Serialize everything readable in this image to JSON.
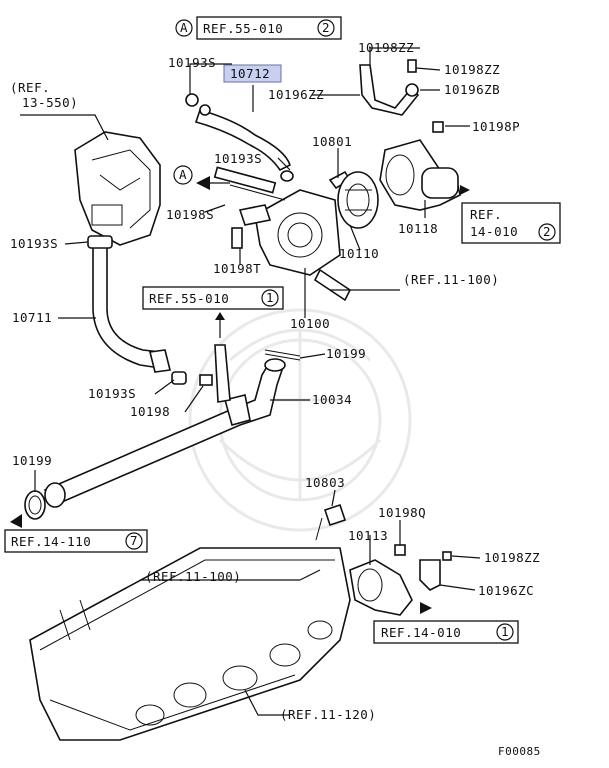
{
  "figure_id": "F00085",
  "highlighted_part": "10712",
  "callouts": {
    "ref_a_55010": "REF.55-010",
    "ref_a_55010_num": "2",
    "circle_a_top": "A",
    "circle_a_mid": "A",
    "ref_13_550_l1": "(REF.",
    "ref_13_550_l2": "13-550)",
    "ref_14010_2_l1": "REF.",
    "ref_14010_2_l2": "14-010",
    "ref_14010_2_num": "2",
    "ref_11100_top": "(REF.11-100)",
    "ref_55010_1": "REF.55-010",
    "ref_55010_1_num": "1",
    "ref_14110": "REF.14-110",
    "ref_14110_num": "7",
    "ref_11100_bottom": "(REF.11-100)",
    "ref_14010_1": "REF.14-010",
    "ref_14010_1_num": "1",
    "ref_11120": "(REF.11-120)"
  },
  "part_labels": {
    "p10193S_top": "10193S",
    "p10712": "10712",
    "p10198ZZ_a": "10198ZZ",
    "p10198ZZ_b": "10198ZZ",
    "p10196ZZ": "10196ZZ",
    "p10196ZB": "10196ZB",
    "p10198P": "10198P",
    "p10801": "10801",
    "p10193S_mid": "10193S",
    "p10198S": "10198S",
    "p10118": "10118",
    "p10193S_left": "10193S",
    "p10110": "10110",
    "p10198T": "10198T",
    "p10711": "10711",
    "p10100": "10100",
    "p10199_mid": "10199",
    "p10193S_low": "10193S",
    "p10198": "10198",
    "p10034": "10034",
    "p10199_left": "10199",
    "p10803": "10803",
    "p10198Q": "10198Q",
    "p10113": "10113",
    "p10198ZZ_c": "10198ZZ",
    "p10196ZC": "10196ZC"
  }
}
